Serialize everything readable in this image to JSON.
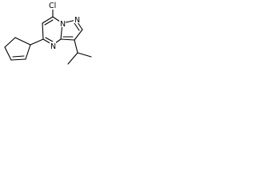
{
  "molecule": {
    "atoms": {
      "chlorine": "Cl",
      "nitrogen_pyrimidine": "N",
      "nitrogen_bridge": "N",
      "nitrogen_pyrazole": "N"
    }
  },
  "colors": {
    "background": "#ffffff",
    "ink": "#000000"
  }
}
